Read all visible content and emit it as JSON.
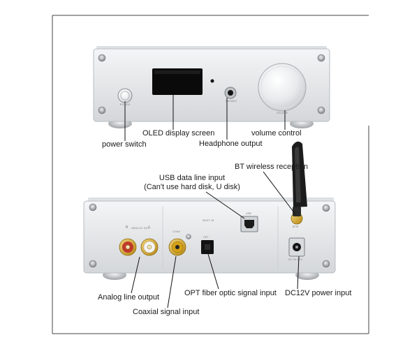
{
  "colors": {
    "chassis": "#e6e8ea",
    "chassis_edge": "#b8bcc0",
    "display": "#0a0a0a",
    "rca_red": "#c0392b",
    "rca_gold": "#d4a017",
    "antenna": "#1c1c1c",
    "leader_line": "#111111"
  },
  "front_panel": {
    "labels": {
      "power_switch": "power switch",
      "oled": "OLED display screen",
      "headphone": "Headphone output",
      "volume": "volume control"
    },
    "silk": {
      "power": "POWER",
      "phones": "PHONES",
      "volume": "VOLUME"
    }
  },
  "rear_panel": {
    "labels": {
      "usb_line1": "USB data line input",
      "usb_line2": "(Can't use hard disk, U disk)",
      "bt": "BT wireless reception",
      "analog": "Analog line output",
      "coaxial": "Coaxial signal input",
      "opt": "OPT fiber optic signal input",
      "dc": "DC12V power input"
    },
    "silk": {
      "r": "R",
      "l": "L",
      "analog_out": "ANALOG OUT",
      "coax": "COAX",
      "digit_in": "DIGIT IN",
      "usb": "USB",
      "opt": "OPT",
      "btm": "BTM",
      "dc": "DC IN 12V"
    }
  }
}
